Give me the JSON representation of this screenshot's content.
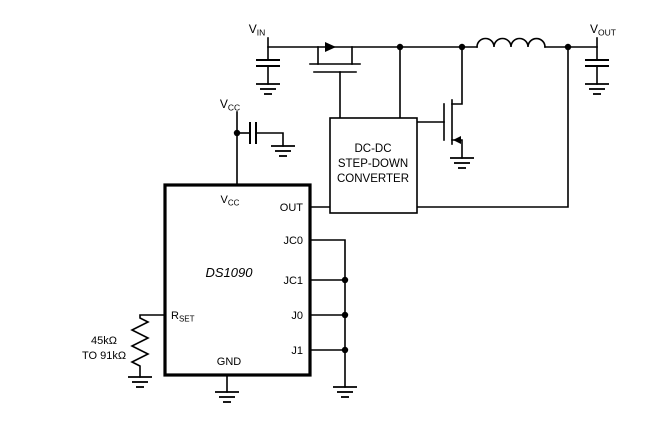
{
  "labels": {
    "vin": {
      "base": "V",
      "sub": "IN"
    },
    "vout": {
      "base": "V",
      "sub": "OUT"
    },
    "vcc": {
      "base": "V",
      "sub": "CC"
    },
    "resistor": {
      "line1": "45kΩ",
      "line2": "TO 91kΩ"
    }
  },
  "converter": {
    "line1": "DC-DC",
    "line2": "STEP-DOWN",
    "line3": "CONVERTER"
  },
  "chip": {
    "name": "DS1090",
    "pin_vcc": {
      "base": "V",
      "sub": "CC"
    },
    "pin_out": "OUT",
    "pin_jc0": "JC0",
    "pin_jc1": "JC1",
    "pin_j0": "J0",
    "pin_j1": "J1",
    "pin_rset": {
      "base": "R",
      "sub": "SET"
    },
    "pin_gnd": "GND"
  },
  "colors": {
    "wire": "#000000",
    "background": "#ffffff"
  }
}
